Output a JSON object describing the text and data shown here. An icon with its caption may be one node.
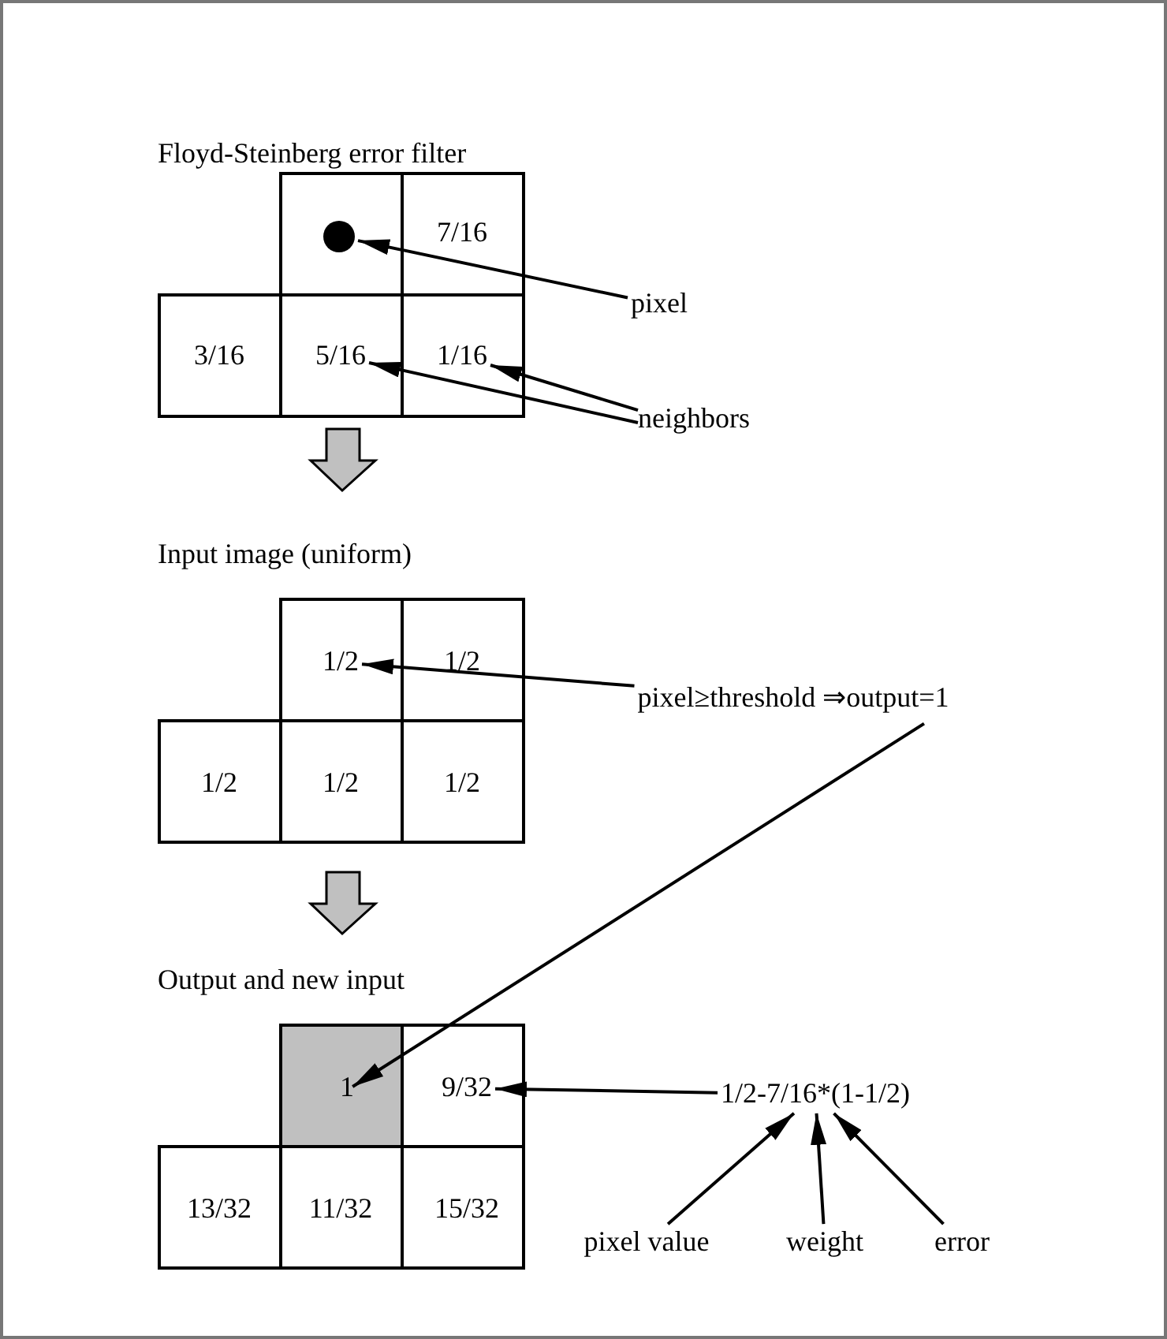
{
  "diagram": {
    "nodes": [
      {
        "text": [],
        "shape": "circle"
      },
      {
        "text": [
          "7/16"
        ]
      },
      {
        "text": [
          "3/16"
        ]
      },
      {
        "text": [
          "5/16"
        ]
      },
      {
        "text": [
          "1/16"
        ]
      },
      {
        "text": [
          "pixel"
        ]
      },
      {
        "text": [
          "neighbors"
        ]
      },
      {
        "text": [
          "1/2"
        ]
      },
      {
        "text": [
          "1/2"
        ]
      },
      {
        "text": [
          "1/2"
        ]
      },
      {
        "text": [
          "1/2"
        ]
      },
      {
        "text": [
          "1/2"
        ]
      },
      {
        "text": [
          "pixel≥threshold ⇒output=1"
        ]
      },
      {
        "text": [
          "1"
        ]
      },
      {
        "text": [
          "9/32"
        ]
      },
      {
        "text": [
          "13/32"
        ]
      },
      {
        "text": [
          "11/32"
        ]
      },
      {
        "text": [
          "15/32"
        ]
      },
      {
        "text": [
          "1/2-7/16*(1-1/2)"
        ]
      },
      {
        "text": [
          "pixel value"
        ]
      },
      {
        "text": [
          "weight"
        ]
      },
      {
        "text": [
          "error"
        ]
      }
    ],
    "edges": [
      {
        "from": 5,
        "to": 0,
        "arrow": "to"
      },
      {
        "from": 6,
        "to": 4,
        "arrow": "to"
      },
      {
        "from": 6,
        "to": 3,
        "arrow": "to"
      },
      {
        "from": 12,
        "to": 7,
        "arrow": "to"
      },
      {
        "from": 12,
        "to": 13,
        "arrow": "to"
      },
      {
        "from": 18,
        "to": 14,
        "arrow": "to"
      },
      {
        "from": 19,
        "to": 18,
        "arrow": "to"
      },
      {
        "from": 20,
        "to": 18,
        "arrow": "to"
      },
      {
        "from": 21,
        "to": 18,
        "arrow": "to"
      }
    ],
    "labels": [
      "Floyd-Steinberg error filter",
      "Input image (uniform)",
      "Output and new input"
    ]
  }
}
